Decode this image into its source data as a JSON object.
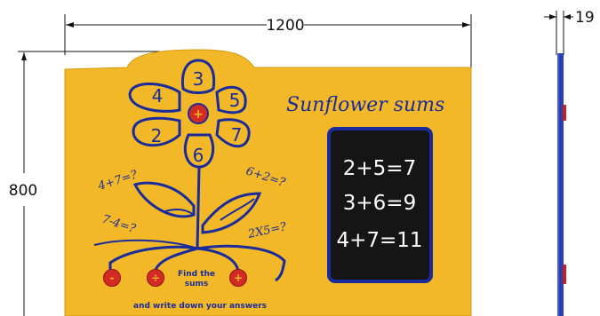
{
  "dimensions": {
    "width": "1200",
    "height": "800",
    "depth": "19"
  },
  "panel": {
    "title": "Sunflower sums",
    "petals": [
      "3",
      "5",
      "7",
      "6",
      "2",
      "4"
    ],
    "leaf_sums": [
      "4+7=?",
      "7-4=?",
      "6+2=?",
      "2X5=?"
    ],
    "chalkboard_lines": [
      "2+5=7",
      "3+6=9",
      "4+7=11"
    ],
    "find_line1": "Find the",
    "find_line2": "sums",
    "instruction": "and write down your answers",
    "operator_symbols": [
      "-",
      "÷",
      "+"
    ],
    "center_symbol": "+"
  },
  "colors": {
    "panel_yellow": "#f2b827",
    "outline_blue": "#1a2c9c",
    "button_red": "#d42a24",
    "chalkboard": "#151515",
    "side_blue": "#2a3fb0"
  }
}
